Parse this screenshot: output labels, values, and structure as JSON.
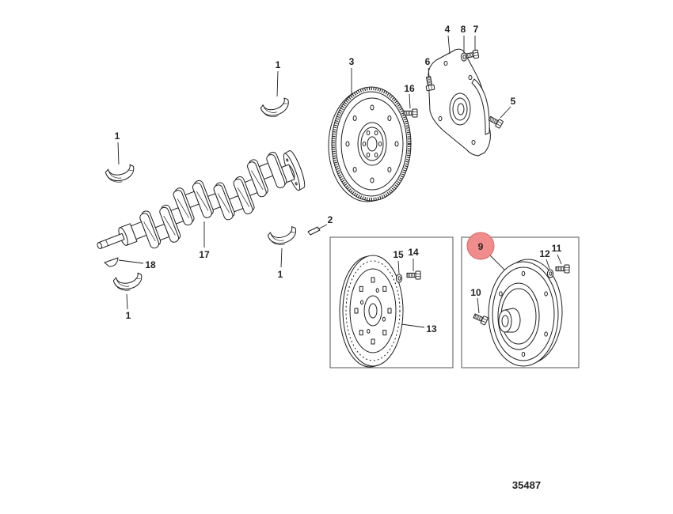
{
  "figure": {
    "figure_number": "35487",
    "highlight_color": "#f08c8c"
  },
  "callouts": {
    "bearing_upper": "1",
    "bearing_left_upper": "1",
    "bearing_center_lower": "1",
    "bearing_left_lower": "1",
    "crank_key": "2",
    "flywheel": "3",
    "adapter_plate": "4",
    "plate_side_bolt": "5",
    "plate_stud": "6",
    "plate_top_bolt": "7",
    "plate_top_washer": "8",
    "coupler": "9",
    "coupler_bolt_lower": "10",
    "coupler_bolt_upper": "11",
    "coupler_washer": "12",
    "drive_plate": "13",
    "drive_plate_bolt": "14",
    "drive_plate_washer": "15",
    "flywheel_bolt": "16",
    "crankshaft": "17",
    "small_key": "18"
  }
}
